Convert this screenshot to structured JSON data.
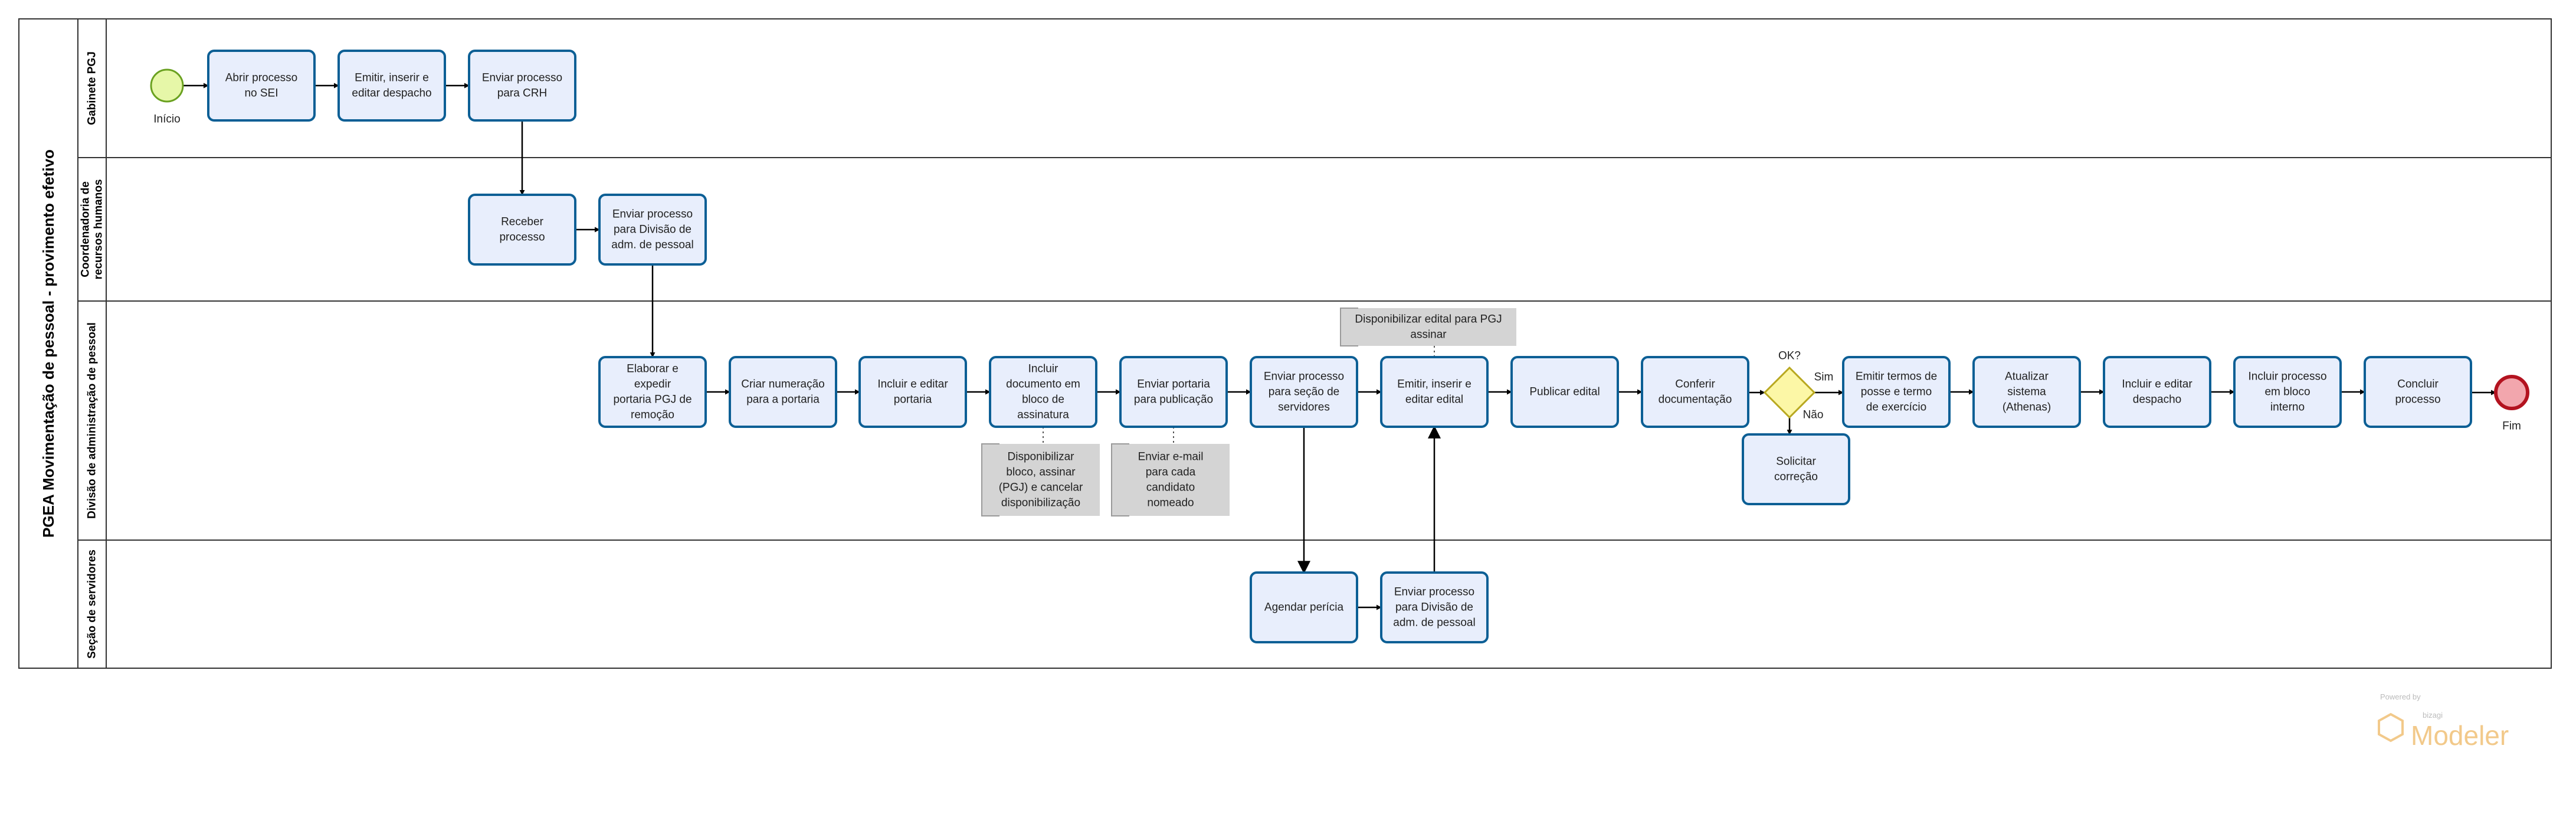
{
  "pool": {
    "title": "PGEA Movimentação de pessoal - provimento efetivo"
  },
  "lanes": [
    {
      "id": "gabinete",
      "title": [
        "Gabinete PGJ"
      ]
    },
    {
      "id": "crh",
      "title": [
        "Coordenadoria de",
        "recursos humanos"
      ]
    },
    {
      "id": "dap",
      "title": [
        "Divisão de administração de pessoal"
      ]
    },
    {
      "id": "servidores",
      "title": [
        "Seção de servidores"
      ]
    }
  ],
  "events": [
    {
      "id": "start",
      "type": "start",
      "label": "Início",
      "fill": "#e6f7a8",
      "stroke": "#6aa120"
    },
    {
      "id": "end",
      "type": "end",
      "label": "Fim",
      "fill": "#f2a6ad",
      "stroke": "#b3121f"
    }
  ],
  "tasks": [
    {
      "id": "t1",
      "lines": [
        "Abrir processo",
        "no SEI"
      ]
    },
    {
      "id": "t2",
      "lines": [
        "Emitir, inserir e",
        "editar despacho"
      ]
    },
    {
      "id": "t3",
      "lines": [
        "Enviar processo",
        "para CRH"
      ]
    },
    {
      "id": "t4",
      "lines": [
        "Receber",
        "processo"
      ]
    },
    {
      "id": "t5",
      "lines": [
        "Enviar processo",
        "para Divisão de",
        "adm. de pessoal"
      ]
    },
    {
      "id": "t6",
      "lines": [
        "Elaborar e",
        "expedir",
        "portaria PGJ de",
        "remoção"
      ]
    },
    {
      "id": "t7",
      "lines": [
        "Criar numeração",
        "para a portaria"
      ]
    },
    {
      "id": "t8",
      "lines": [
        "Incluir e editar",
        "portaria"
      ]
    },
    {
      "id": "t9",
      "lines": [
        "Incluir",
        "documento em",
        "bloco de",
        "assinatura"
      ]
    },
    {
      "id": "t10",
      "lines": [
        "Enviar portaria",
        "para publicação"
      ]
    },
    {
      "id": "t11",
      "lines": [
        "Enviar processo",
        "para seção de",
        "servidores"
      ]
    },
    {
      "id": "t12",
      "lines": [
        "Emitir, inserir e",
        "editar edital"
      ]
    },
    {
      "id": "t13",
      "lines": [
        "Publicar edital"
      ]
    },
    {
      "id": "t14",
      "lines": [
        "Conferir",
        "documentação"
      ]
    },
    {
      "id": "t15",
      "lines": [
        "Emitir termos de",
        "posse e termo",
        "de exercício"
      ]
    },
    {
      "id": "t16",
      "lines": [
        "Atualizar",
        "sistema",
        "(Athenas)"
      ]
    },
    {
      "id": "t17",
      "lines": [
        "Incluir e editar",
        "despacho"
      ]
    },
    {
      "id": "t18",
      "lines": [
        "Incluir processo",
        "em bloco",
        "interno"
      ]
    },
    {
      "id": "t19",
      "lines": [
        "Concluir",
        "processo"
      ]
    },
    {
      "id": "t20",
      "lines": [
        "Solicitar",
        "correção"
      ]
    },
    {
      "id": "t21",
      "lines": [
        "Agendar perícia"
      ]
    },
    {
      "id": "t22",
      "lines": [
        "Enviar processo",
        "para Divisão de",
        "adm. de pessoal"
      ]
    }
  ],
  "gateway": {
    "id": "g1",
    "label": "OK?",
    "yes": "Sim",
    "no": "Não",
    "fill": "#fcf7a6",
    "stroke": "#b8a820"
  },
  "annotations": [
    {
      "id": "a1",
      "lines": [
        "Disponibilizar edital para PGJ",
        "assinar"
      ]
    },
    {
      "id": "a2",
      "lines": [
        "Disponibilizar",
        "bloco, assinar",
        "(PGJ) e cancelar",
        "disponibilização"
      ]
    },
    {
      "id": "a3",
      "lines": [
        "Enviar e-mail",
        "para cada",
        "candidato",
        "nomeado"
      ]
    }
  ],
  "colors": {
    "task_fill": "#e8eefc",
    "task_stroke": "#0c5f95",
    "annotation_fill": "#d4d4d4",
    "annotation_stroke": "#9a9a9a"
  },
  "branding": {
    "small": "Powered by",
    "tiny": "bizagi",
    "big": "Modeler"
  }
}
